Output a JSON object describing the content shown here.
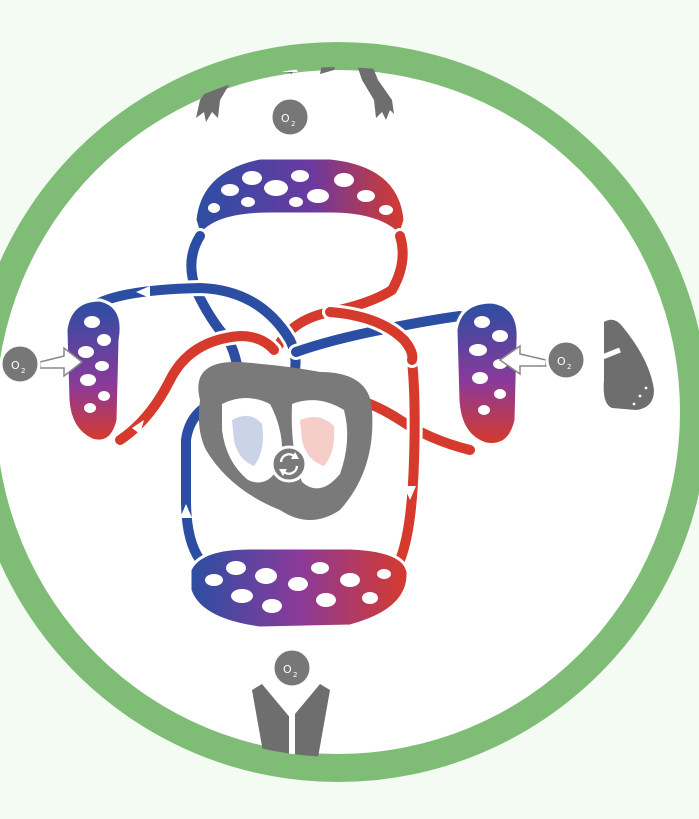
{
  "diagram": {
    "colors": {
      "background": "#f4fbf2",
      "ring": "#7fbd77",
      "disc": "#ffffff",
      "oxygenated": "#d63a2c",
      "deoxygenated": "#2b4ea3",
      "organ": "#777777",
      "capillary_mix": "#8a3a9a"
    },
    "badges": {
      "o2_main": "O",
      "o2_sub": "2"
    },
    "nodes": [
      {
        "id": "upper-body-capillary-bed",
        "icon": "arms-and-head-silhouette"
      },
      {
        "id": "left-capillary-bed",
        "icon": "o2-badge"
      },
      {
        "id": "right-capillary-bed",
        "icon": "lung-silhouette"
      },
      {
        "id": "lower-body-capillary-bed",
        "icon": "legs-silhouette"
      },
      {
        "id": "heart",
        "icon": "heart-with-refresh-icon"
      }
    ]
  }
}
